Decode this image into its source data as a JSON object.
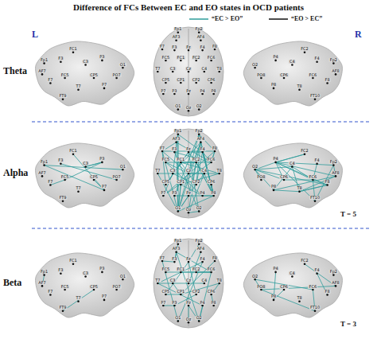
{
  "diagram": {
    "title": "Difference of FCs Between EC and EO states in OCD patients",
    "labels": [
      "L",
      "R",
      "Theta",
      "Fp1",
      "AF7",
      "F7",
      "F3",
      "FC5",
      "FC1",
      "T7",
      "C3",
      "CP5",
      "P7",
      "P3",
      "PO7",
      "O1",
      "FT9",
      "Fp1",
      "Fp2",
      "AF3",
      "AF4",
      "F7",
      "F3",
      "Fz",
      "F4",
      "F8",
      "FC5",
      "FC1",
      "FC2",
      "FC6",
      "T7",
      "C3",
      "Cz",
      "C4",
      "T8",
      "CP5",
      "CP1",
      "CP2",
      "CP6",
      "P7",
      "P3",
      "Pz",
      "P4",
      "P8",
      "O1",
      "Oz",
      "O2",
      "Fp2",
      "AF8",
      "F8",
      "F4",
      "FC6",
      "FC2",
      "T8",
      "C4",
      "CP6",
      "P8",
      "P4",
      "PO8",
      "O2",
      "FT10",
      "Alpha",
      "Fp1",
      "AF7",
      "F7",
      "F3",
      "FC5",
      "FC1",
      "T7",
      "C3",
      "CP5",
      "P7",
      "P3",
      "PO7",
      "O1",
      "FT9",
      "Fp1",
      "Fp2",
      "AF3",
      "AF4",
      "F7",
      "F3",
      "Fz",
      "F4",
      "F8",
      "FC5",
      "FC1",
      "FC2",
      "FC6",
      "T7",
      "C3",
      "Cz",
      "C4",
      "T8",
      "CP5",
      "CP1",
      "CP2",
      "CP6",
      "P7",
      "P3",
      "Pz",
      "P4",
      "P8",
      "O1",
      "Oz",
      "O2",
      "Fp2",
      "AF8",
      "F8",
      "F4",
      "FC6",
      "FC2",
      "T8",
      "C4",
      "CP6",
      "P8",
      "P4",
      "PO8",
      "O2",
      "FT10",
      "T = 5",
      "Beta",
      "Fp1",
      "AF7",
      "F7",
      "F3",
      "FC5",
      "FC1",
      "T7",
      "C3",
      "CP5",
      "P7",
      "P3",
      "PO7",
      "O1",
      "FT9",
      "Fp1",
      "Fp2",
      "AF3",
      "AF4",
      "F7",
      "F3",
      "Fz",
      "F4",
      "F8",
      "FC5",
      "FC1",
      "FC2",
      "FC6",
      "T7",
      "C3",
      "Cz",
      "C4",
      "T8",
      "CP5",
      "CP1",
      "CP2",
      "CP6",
      "P7",
      "P3",
      "Pz",
      "P4",
      "P8",
      "O1",
      "Oz",
      "O2",
      "Fp2",
      "AF8",
      "F8",
      "F4",
      "FC6",
      "FC2",
      "T8",
      "C4",
      "CP6",
      "P8",
      "P4",
      "PO8",
      "O2",
      "FT10",
      "T = 3"
    ],
    "legend": [
      {
        "text": "“EC > EO”"
      },
      {
        "text": "“EO > EC”"
      }
    ]
  }
}
